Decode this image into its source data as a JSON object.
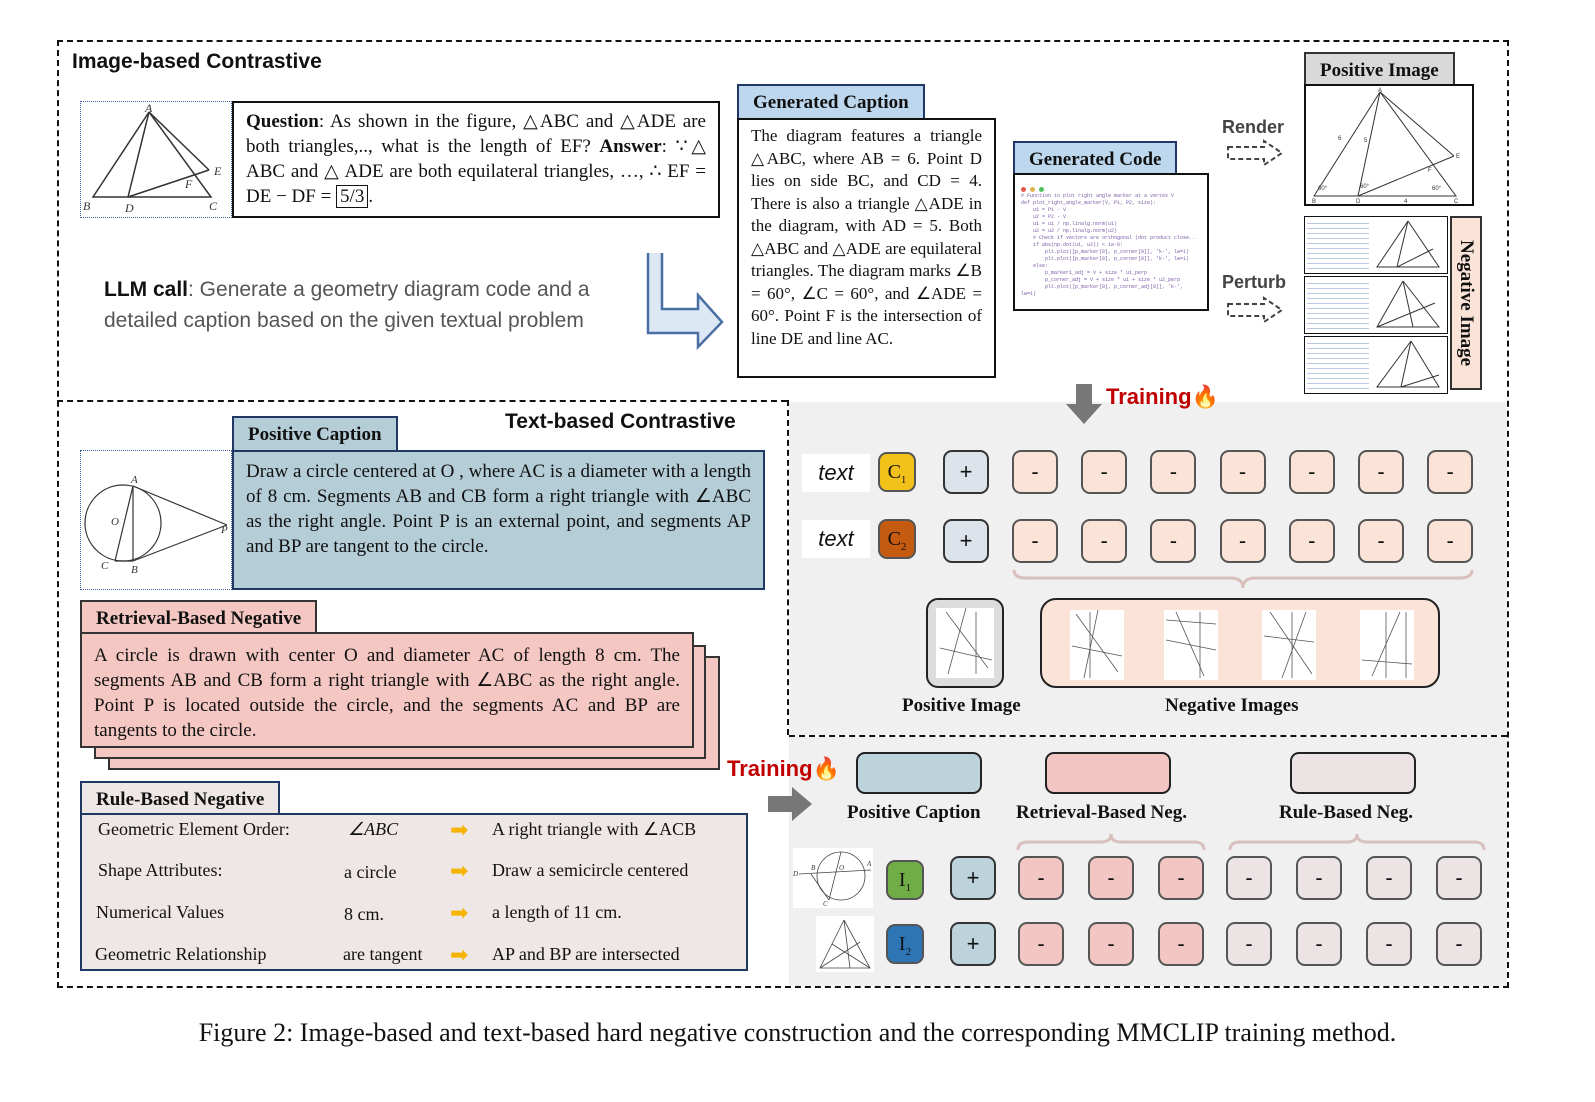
{
  "image_section": {
    "title": "Image-based Contrastive",
    "question_label": "Question",
    "question_text": ": As shown in the figure, △ABC and △ADE are both triangles,.., what is the length of EF?",
    "answer_label": "Answer",
    "answer_text": ": ∵△ ABC and △ ADE are both equilateral triangles, …, ∴ EF = DE − DF = ",
    "answer_value": "5/3",
    "answer_end": ".",
    "llm_label": "LLM call",
    "llm_text": ": Generate a geometry diagram code and a detailed caption based on the given textual problem",
    "generated_caption_tab": "Generated Caption",
    "generated_caption_text": "The diagram features a triangle △ABC, where AB = 6. Point D lies on side BC, and CD = 4. There is also a triangle △ADE in the diagram, with AD = 5. Both △ABC and △ADE are equilateral triangles. The diagram marks ∠B = 60°, ∠C = 60°, and ∠ADE = 60°. Point F is the intersection of line DE and line AC.",
    "generated_code_tab": "Generated Code",
    "code_lines": "# Function to plot right angle marker at a vertex V\ndef plot_right_angle_marker(V, P1, P2, size):\n    u1 = P1 - V\n    u2 = P2 - V\n    u1 = u1 / np.linalg.norm(u1)\n    u2 = u2 / np.linalg.norm(u2)\n    # Check if vectors are orthogonal (dot product close..\n    if abs(np.dot(u1, u2)) < 1e-6:\n        plt.plot([p_marker[0], p_corner[0]], 'k-', lw=1)\n        plt.plot([p_marker[0], p_corner[0]], 'k-', lw=1)\n    else:\n        p_marker1_adj = V + size * u1_perp\n        p_corner_adj = V + size * u1 + size * u2_perp\n        plt.plot([p_marker[0], p_corner_adj[0]], 'k-',\nlw=1)",
    "render_label": "Render",
    "perturb_label": "Perturb",
    "positive_image_tab": "Positive Image",
    "negative_image_tab": "Negative Image",
    "diagram_labels": [
      "A",
      "B",
      "D",
      "C",
      "E",
      "F"
    ],
    "render_labels": [
      "A",
      "6",
      "5",
      "60°",
      "60°",
      "60°",
      "B",
      "D",
      "4",
      "C",
      "E",
      "F"
    ]
  },
  "text_section": {
    "title": "Text-based Contrastive",
    "positive_caption_tab": "Positive Caption",
    "positive_caption_text": "Draw a circle centered at O , where  AC  is a diameter with a length of 8 cm. Segments AB  and  CB  form a right triangle with ∠ABC as the right angle. Point   P   is an external point, and segments  AP  and BP  are tangent to the circle.",
    "retrieval_tab": "Retrieval-Based Negative",
    "retrieval_text": "A circle is drawn with center O and diameter AC of length 8 cm. The segments AB and CB form a right triangle with ∠ABC as the right angle. Point P is located outside the circle, and the segments AC and BP are tangents to the circle.",
    "rule_tab": "Rule-Based Negative",
    "rules": [
      {
        "name": "Geometric Element Order:",
        "from": "∠ABC",
        "to": "A right triangle with ∠ACB"
      },
      {
        "name": "Shape Attributes:",
        "from": "a circle",
        "to": "Draw a semicircle centered"
      },
      {
        "name": "Numerical Values",
        "from": "8 cm.",
        "to": "a length of 11 cm."
      },
      {
        "name": "Geometric Relationship",
        "from": "are tangent",
        "to": "AP  and BP  are intersected"
      }
    ],
    "circle_labels": [
      "A",
      "O",
      "P",
      "C",
      "B"
    ]
  },
  "training_top": {
    "training_label": "Training",
    "fire": "🔥",
    "rows": [
      {
        "text": "text",
        "c_label": "C",
        "c_sub": "1",
        "c_color": "#f2c21b"
      },
      {
        "text": "text",
        "c_label": "C",
        "c_sub": "2",
        "c_color": "#c55a11"
      }
    ],
    "plus": "+",
    "minus": "-",
    "positive_image_label": "Positive Image",
    "negative_images_label": "Negative Images"
  },
  "training_bottom": {
    "training_label": "Training",
    "fire": "🔥",
    "legend": [
      "Positive Caption",
      "Retrieval-Based Neg.",
      "Rule-Based Neg."
    ],
    "rows": [
      {
        "i_label": "I",
        "i_sub": "1",
        "i_color": "#70ad47"
      },
      {
        "i_label": "I",
        "i_sub": "2",
        "i_color": "#2e75b6"
      }
    ],
    "plus": "+",
    "minus": "-",
    "diagram_labels_1": [
      "D",
      "B",
      "O",
      "A",
      "C"
    ]
  },
  "caption": "Figure 2: Image-based and text-based hard negative construction and the corresponding MMCLIP training method.",
  "colors": {
    "tab_blue": "#bdd7ee",
    "positive_caption_bg": "#b4cdd6",
    "retrieval_bg": "#f4c7c3",
    "rule_bg": "#efe6e6",
    "panel_gray": "#f0f0f0"
  }
}
